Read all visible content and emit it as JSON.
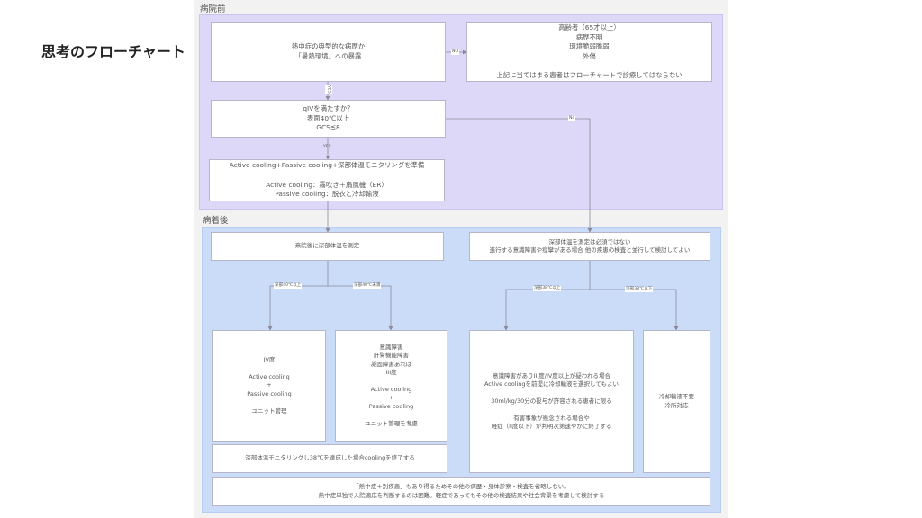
{
  "page": {
    "title": "思考のフローチャート"
  },
  "sections": {
    "pre_hospital": "病院前",
    "post_arrival": "病着後"
  },
  "nodes": {
    "typical_case": "熱中症の典型的な病歴か\n「暑熱環境」への暴露",
    "exclusion": "高齢者（65才以上）\n病歴不明\n環境脆弱脆弱\n外傷\n\n上記に当てはまる患者はフローチャートで診療してはならない",
    "qsofa": "qIVを満たすか？\n表面40℃以上\nGCS≦8",
    "prepare": "Active cooling+Passive cooling+深部体温モニタリングを準備\n\nActive cooling：霧吹き＋扇風機（ER）\nPassive cooling：脱衣と冷却輸液",
    "measure_core": "来院後に深部体温を測定",
    "core_optional": "深部体温を測定は必須ではない\n進行する意識障害や痙攣がある場合 他の疾患の検査と並行して検討してよい",
    "grade_iv": "IV度\n\nActive cooling\n+\nPassive cooling\n\nユニット管理",
    "grade_iii": "意識障害\n肝腎機能障害\n凝固障害あれば\nIII度\n\nActive cooling\n+\nPassive cooling\n\nユニット管理を考慮",
    "stop_cooling": "深部体温モニタリングし38℃を達成した場合coolingを終了する",
    "grade_iii_iv_consider": "意識障害がありIII度/IV度以上が疑われる場合\nActive coolingを前提に冷却輸液を選択してもよい\n\n30ml/kg/30分の投与が許容される患者に限る\n\n有害事象が懸念される場合や\n軽症（II度以下）が判明次第速やかに終了する",
    "cooling_not_needed": "冷却輸液不要\n冷所対応",
    "footer_note": "「熱中症＋別疾患」もあり得るためその他の病歴・身体診察・検査を省略しない。\n熱中症単独で入院適応を判断するのは困難。軽症であってもその他の検査結果や社会背景を考慮して検討する"
  },
  "edge_labels": {
    "no_exclusion": "NO",
    "yes_qsofa": "YES",
    "yes_prepare": "YES",
    "no_optional": "No",
    "core_ge_40": "深部40℃以上",
    "core_lt_40": "深部40℃未満",
    "core_ge_38": "深部38℃以上",
    "core_lt_38": "深部38℃以下"
  }
}
